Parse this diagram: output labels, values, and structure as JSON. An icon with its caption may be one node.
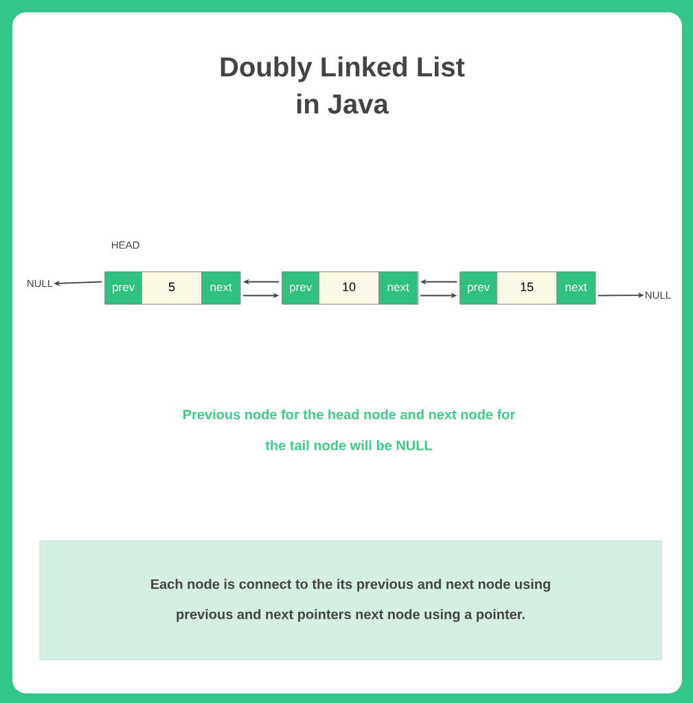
{
  "diagram": {
    "title": "Doubly Linked List in Java",
    "nodes": [
      {
        "text": [
          "NULL"
        ]
      },
      {
        "text": [],
        "shape": "box",
        "beside": [
          "HEAD"
        ]
      },
      {
        "text": [
          "prev"
        ],
        "in": 1
      },
      {
        "text": [
          "5"
        ],
        "in": 1
      },
      {
        "text": [
          "next"
        ],
        "in": 1
      },
      {
        "text": [],
        "shape": "box"
      },
      {
        "text": [
          "prev"
        ],
        "in": 5
      },
      {
        "text": [
          "10"
        ],
        "in": 5
      },
      {
        "text": [
          "next"
        ],
        "in": 5
      },
      {
        "text": [],
        "shape": "box"
      },
      {
        "text": [
          "prev"
        ],
        "in": 9
      },
      {
        "text": [
          "15"
        ],
        "in": 9
      },
      {
        "text": [
          "next"
        ],
        "in": 9
      },
      {
        "text": [
          "NULL"
        ]
      },
      {
        "text": [
          "Each node is connect to the its previous and next node using previous and next pointers next node using a pointer."
        ]
      }
    ],
    "edges": [
      {
        "from": 2,
        "to": 0,
        "arrow": "to"
      },
      {
        "from": 4,
        "to": 6,
        "arrow": "to"
      },
      {
        "from": 6,
        "to": 4,
        "arrow": "to"
      },
      {
        "from": 8,
        "to": 10,
        "arrow": "to"
      },
      {
        "from": 10,
        "to": 8,
        "arrow": "to"
      },
      {
        "from": 12,
        "to": 13,
        "arrow": "to"
      }
    ],
    "labels": [
      "Previous node for the head node and next node for the tail node will be NULL"
    ]
  }
}
